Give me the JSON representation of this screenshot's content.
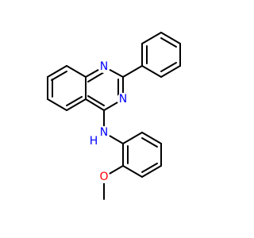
{
  "molecule": {
    "atom_labels": {
      "n1": "N",
      "n3": "N",
      "nh": "N",
      "h": "H",
      "o": "O"
    },
    "colors": {
      "bond": "#000000",
      "nitrogen": "#0000ff",
      "oxygen": "#ff0000"
    }
  }
}
